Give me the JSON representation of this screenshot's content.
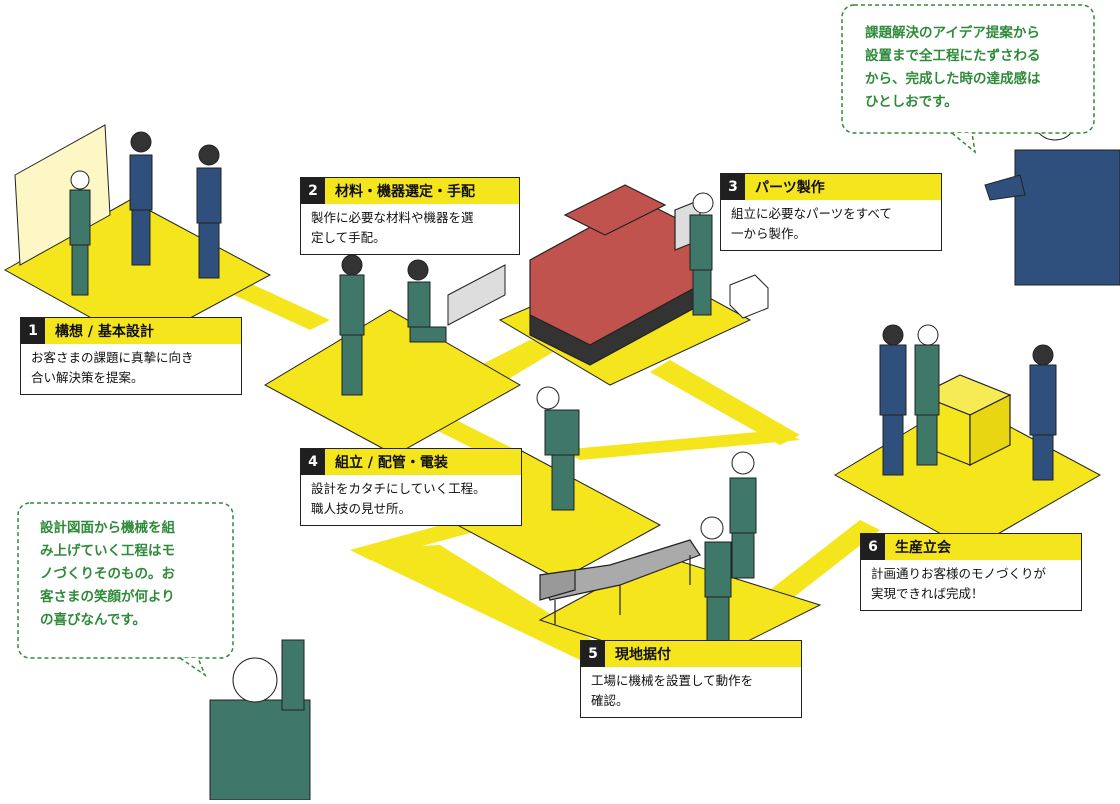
{
  "steps": [
    {
      "number": "1",
      "title": "構想 / 基本設計",
      "desc": [
        "お客さまの課題に真摯に向き",
        "合い解決策を提案。"
      ]
    },
    {
      "number": "2",
      "title": "材料・機器選定・手配",
      "desc": [
        "製作に必要な材料や機器を選",
        "定して手配。"
      ]
    },
    {
      "number": "3",
      "title": "パーツ製作",
      "desc": [
        "組立に必要なパーツをすべて",
        "一から製作。"
      ]
    },
    {
      "number": "4",
      "title": "組立 / 配管・電装",
      "desc": [
        "設計をカタチにしていく工程。",
        "職人技の見せ所。"
      ]
    },
    {
      "number": "5",
      "title": "現地据付",
      "desc": [
        "工場に機械を設置して動作を",
        "確認。"
      ]
    },
    {
      "number": "6",
      "title": "生産立会",
      "desc": [
        "計画通りお客様のモノづくりが",
        "実現できれば完成！"
      ]
    }
  ],
  "bubbles": {
    "top_right": [
      "課題解決のアイデア提案から",
      "設置まで全工程にたずさわる",
      "から、完成した時の達成感は",
      "ひとしおです。"
    ],
    "bottom_left": [
      "設計図面から機械を組",
      "み上げていく工程はモ",
      "ノづくりそのもの。お",
      "客さまの笑顔が何より",
      "の喜びなんです。"
    ]
  },
  "colors": {
    "path_yellow": "#f5e51c",
    "worker_green": "#3f7868",
    "suit_blue": "#2f4f7c",
    "machine_red": "#c0534e",
    "bubble_green": "#2f8a3a"
  },
  "icons": [
    "engineer-figure",
    "machine",
    "conveyor",
    "box",
    "speech-bubble"
  ]
}
